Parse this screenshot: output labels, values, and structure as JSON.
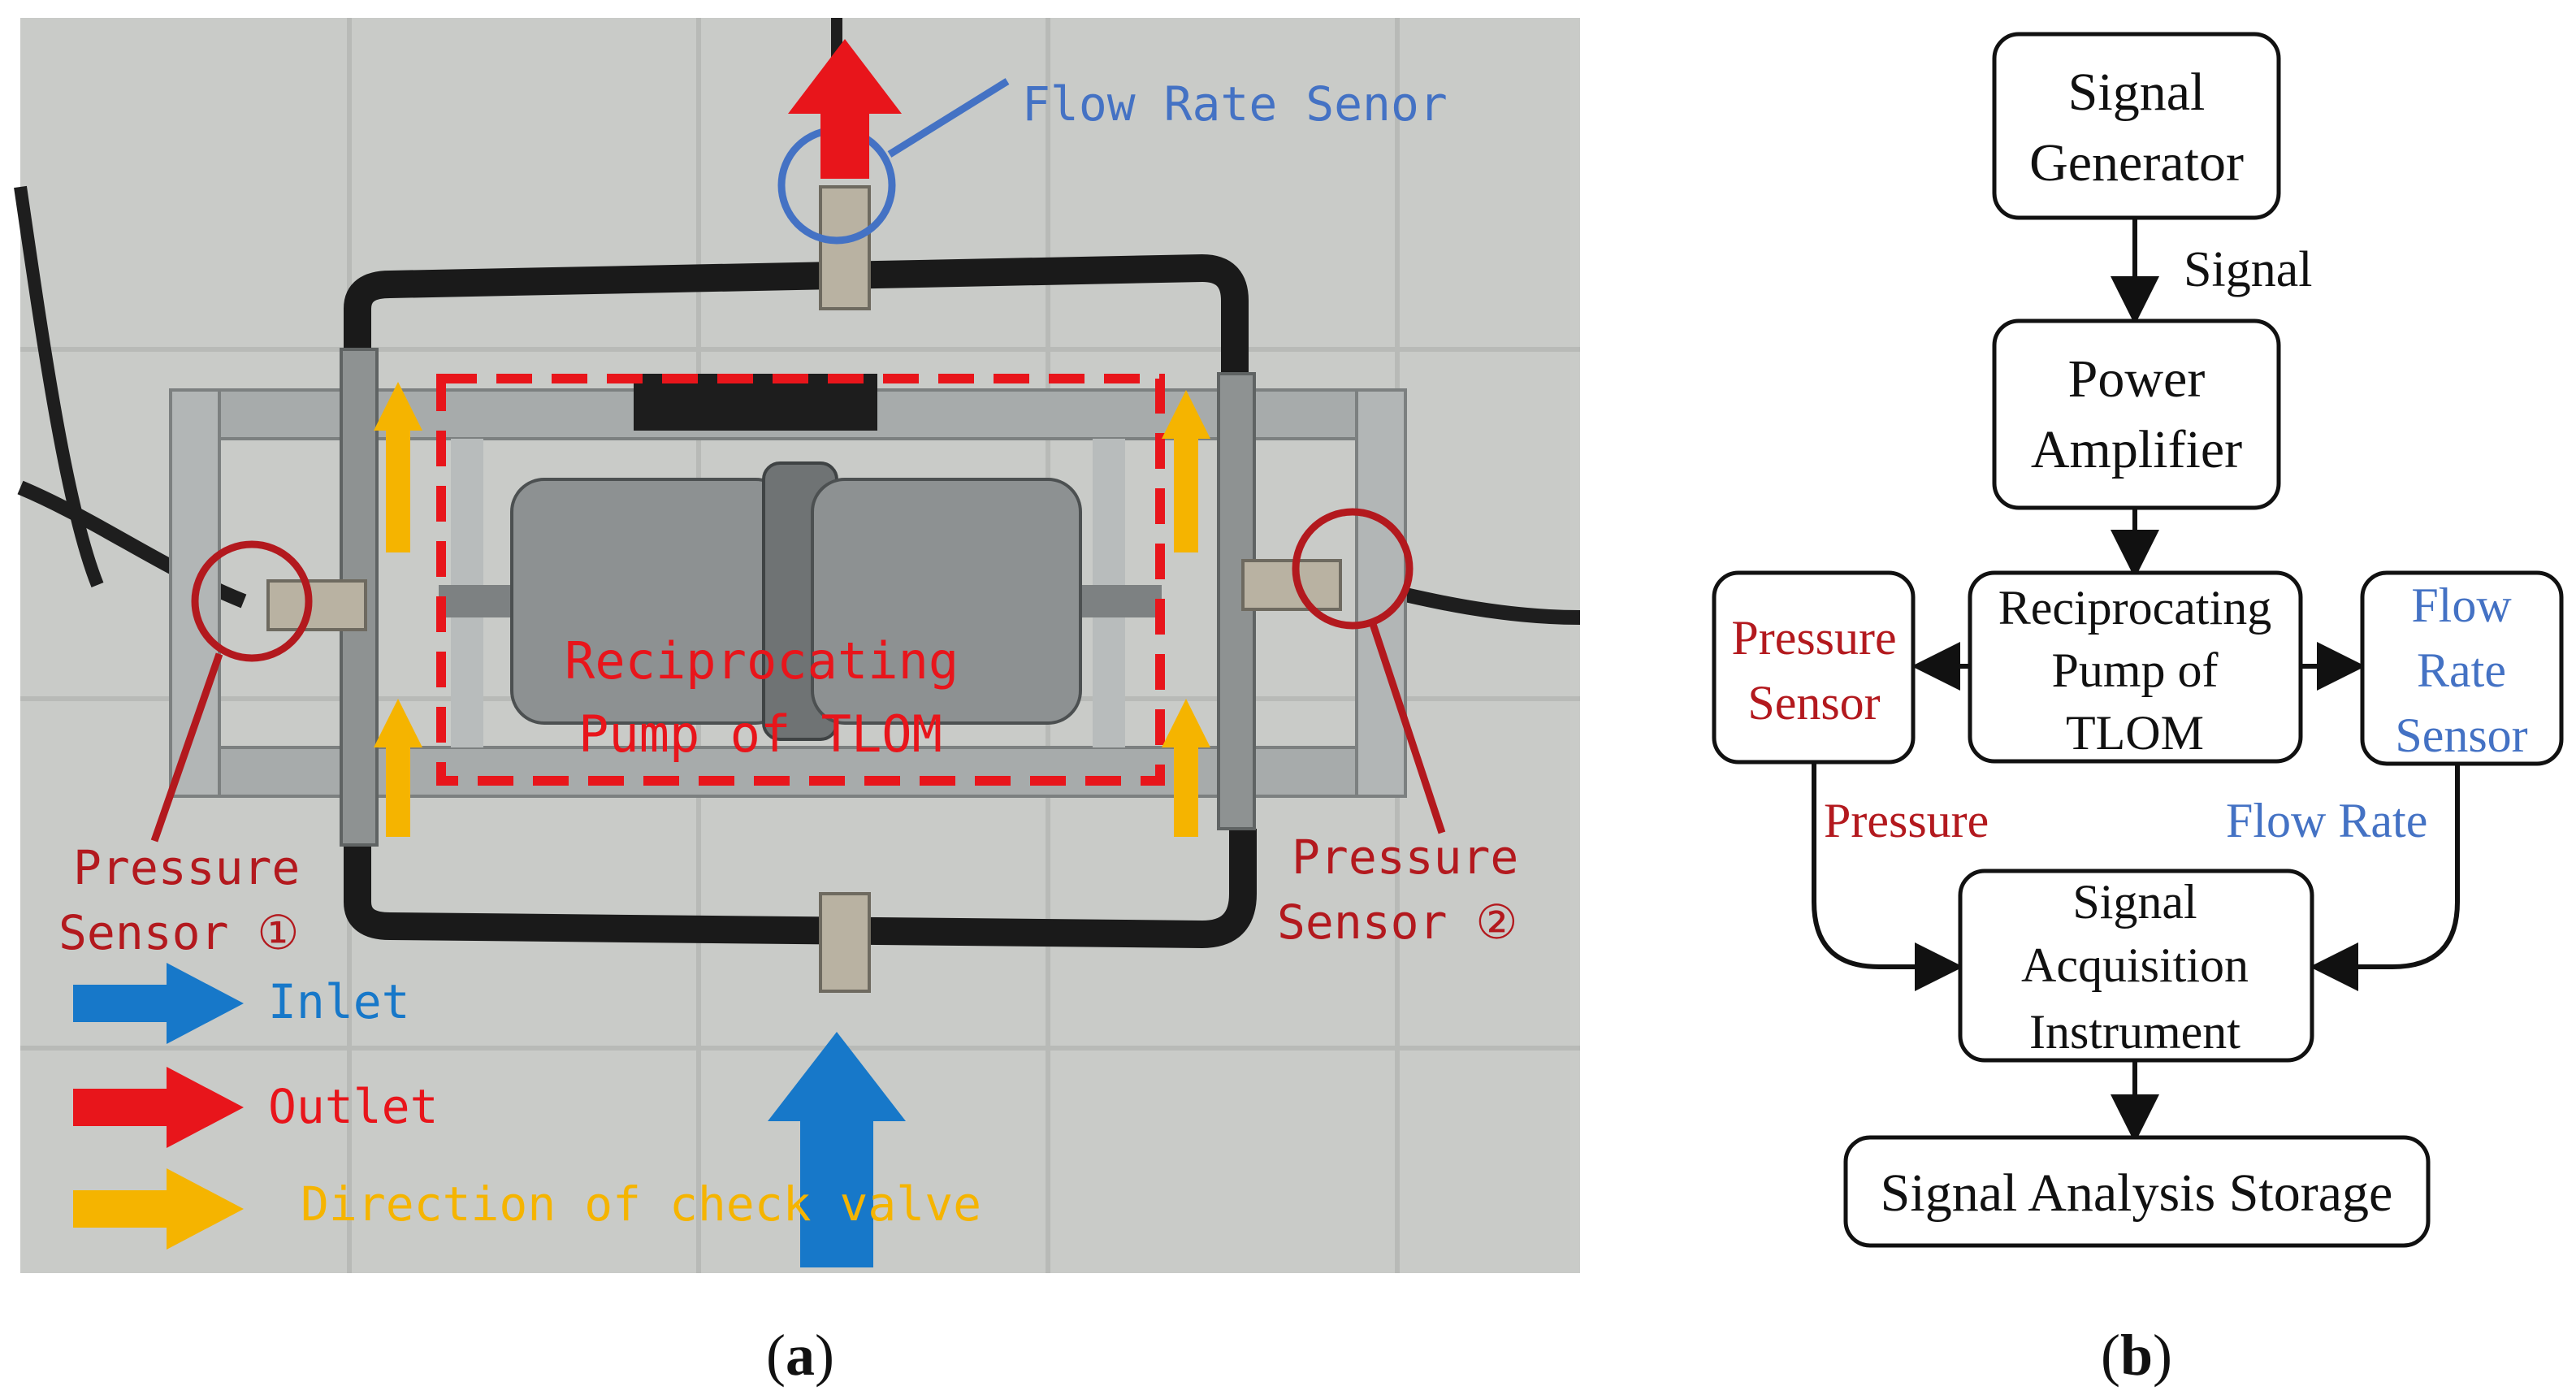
{
  "colors": {
    "red": "#e8151b",
    "dark_red": "#b3191e",
    "blue": "#4472c4",
    "blue_arrow": "#1778c9",
    "yellow": "#f5b400",
    "box_stroke": "#111111"
  },
  "panel_a": {
    "caption_open": "(",
    "caption_letter": "a",
    "caption_close": ")",
    "flow_rate_label": "Flow Rate Senor",
    "pump_label_line1": "Reciprocating",
    "pump_label_line2": "Pump of TLOM",
    "pressure1_line1": "Pressure",
    "pressure1_line2": "Sensor ①",
    "pressure2_line1": "Pressure",
    "pressure2_line2": "Sensor ②",
    "legend": {
      "inlet": "Inlet",
      "outlet": "Outlet",
      "check_valve": "Direction of check valve"
    }
  },
  "panel_b": {
    "caption_open": "(",
    "caption_letter": "b",
    "caption_close": ")",
    "nodes": {
      "signal_generator": [
        "Signal",
        "Generator"
      ],
      "power_amplifier": [
        "Power",
        "Amplifier"
      ],
      "pump": [
        "Reciprocating",
        "Pump of",
        "TLOM"
      ],
      "pressure_sensor": [
        "Pressure",
        "Sensor"
      ],
      "flow_sensor": [
        "Flow",
        "Rate",
        "Sensor"
      ],
      "acquisition": [
        "Signal",
        "Acquisition",
        "Instrument"
      ],
      "storage": [
        "Signal Analysis Storage"
      ]
    },
    "edge_labels": {
      "signal": "Signal",
      "pressure": "Pressure",
      "flow_rate": "Flow Rate"
    }
  }
}
